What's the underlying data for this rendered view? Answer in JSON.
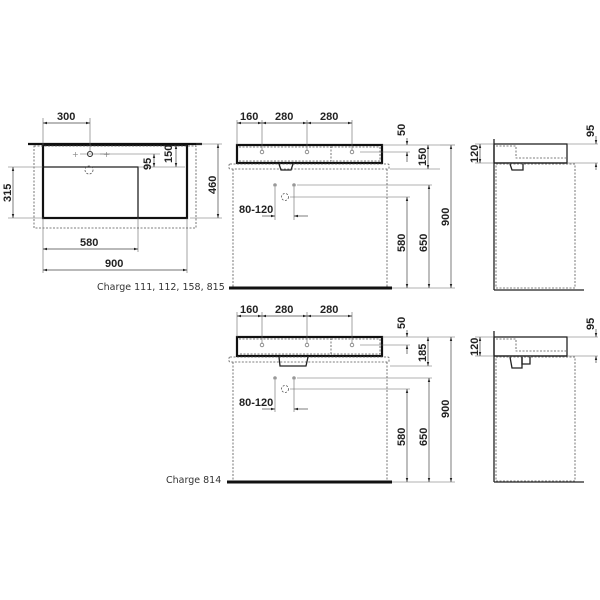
{
  "drawing": {
    "top_view": {
      "dims": {
        "tap_offset": "300",
        "bowl_depth_side": "315",
        "tap_to_bowl": "95",
        "top_to_bowl": "150",
        "total_depth": "460",
        "bowl_width": "580",
        "total_width": "900"
      },
      "caption": "Charge 111, 112, 158, 815"
    },
    "front_view_a": {
      "dims": {
        "hole_1": "160",
        "hole_2": "280",
        "hole_3": "280",
        "top_offset": "50",
        "height": "150",
        "pipe_spacing": "80-120",
        "drain_height": "580",
        "supply_height": "650",
        "total_height": "900"
      }
    },
    "side_view_a": {
      "dims": {
        "height": "120",
        "depth": "95"
      }
    },
    "front_view_b": {
      "dims": {
        "hole_1": "160",
        "hole_2": "280",
        "hole_3": "280",
        "top_offset": "50",
        "height": "185",
        "pipe_spacing": "80-120",
        "drain_height": "580",
        "supply_height": "650",
        "total_height": "900"
      },
      "caption": "Charge 814"
    },
    "side_view_b": {
      "dims": {
        "height": "120",
        "depth": "95"
      }
    }
  }
}
